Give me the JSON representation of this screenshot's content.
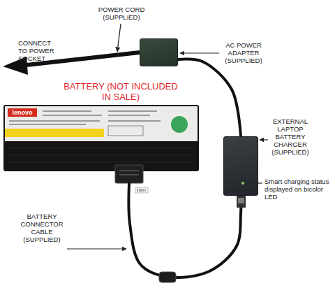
{
  "diagram": {
    "nodes": [
      {
        "text": [
          "AC POWER ADAPTER (SUPPLIED)"
        ]
      },
      {
        "text": [
          "BATTERY (NOT INCLUDED IN SALE)",
          "lenovo"
        ]
      },
      {
        "text": [
          "EXTERNAL LAPTOP BATTERY CHARGER (SUPPLIED)",
          "Smart charging status displayed on bicolor LED"
        ]
      }
    ],
    "edges": [
      {
        "from": 0,
        "to": 2,
        "arrow": "none"
      },
      {
        "from": 2,
        "to": 1,
        "arrow": "none"
      }
    ],
    "labels": [
      "POWER CORD (SUPPLIED)",
      "CONNECT TO POWER SOCKET",
      "BATTERY CONNECTOR CABLE (SUPPLIED)"
    ]
  }
}
